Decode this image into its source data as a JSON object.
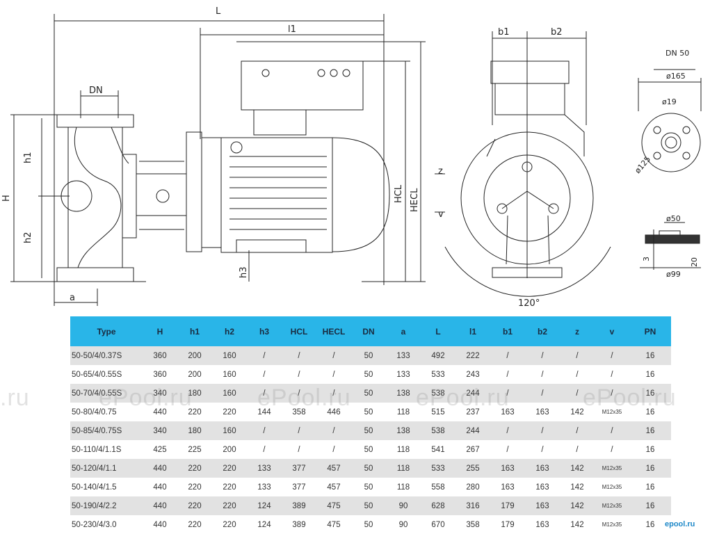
{
  "drawing": {
    "labels": {
      "L": "L",
      "l1": "l1",
      "DN": "DN",
      "h1": "h1",
      "H": "H",
      "h2": "h2",
      "h3": "h3",
      "a": "a",
      "HCL": "HCL",
      "HECL": "HECL",
      "b1": "b1",
      "b2": "b2",
      "z": "z",
      "v": "v",
      "angle": "120°",
      "dn50": "DN 50",
      "d165": "ø165",
      "d19": "ø19",
      "d125": "ø125",
      "d50": "ø50",
      "d99": "ø99",
      "t3": "3",
      "t20": "20"
    }
  },
  "table": {
    "headers": [
      "Type",
      "H",
      "h1",
      "h2",
      "h3",
      "HCL",
      "HECL",
      "DN",
      "a",
      "L",
      "l1",
      "b1",
      "b2",
      "z",
      "v",
      "PN"
    ],
    "rows": [
      [
        "50-50/4/0.37S",
        "360",
        "200",
        "160",
        "/",
        "/",
        "/",
        "50",
        "133",
        "492",
        "222",
        "/",
        "/",
        "/",
        "/",
        "16"
      ],
      [
        "50-65/4/0.55S",
        "360",
        "200",
        "160",
        "/",
        "/",
        "/",
        "50",
        "133",
        "533",
        "243",
        "/",
        "/",
        "/",
        "/",
        "16"
      ],
      [
        "50-70/4/0.55S",
        "340",
        "180",
        "160",
        "/",
        "/",
        "/",
        "50",
        "138",
        "538",
        "244",
        "/",
        "/",
        "/",
        "/",
        "16"
      ],
      [
        "50-80/4/0.75",
        "440",
        "220",
        "220",
        "144",
        "358",
        "446",
        "50",
        "118",
        "515",
        "237",
        "163",
        "163",
        "142",
        "M12x35",
        "16"
      ],
      [
        "50-85/4/0.75S",
        "340",
        "180",
        "160",
        "/",
        "/",
        "/",
        "50",
        "138",
        "538",
        "244",
        "/",
        "/",
        "/",
        "/",
        "16"
      ],
      [
        "50-110/4/1.1S",
        "425",
        "225",
        "200",
        "/",
        "/",
        "/",
        "50",
        "118",
        "541",
        "267",
        "/",
        "/",
        "/",
        "/",
        "16"
      ],
      [
        "50-120/4/1.1",
        "440",
        "220",
        "220",
        "133",
        "377",
        "457",
        "50",
        "118",
        "533",
        "255",
        "163",
        "163",
        "142",
        "M12x35",
        "16"
      ],
      [
        "50-140/4/1.5",
        "440",
        "220",
        "220",
        "133",
        "377",
        "457",
        "50",
        "118",
        "558",
        "280",
        "163",
        "163",
        "142",
        "M12x35",
        "16"
      ],
      [
        "50-190/4/2.2",
        "440",
        "220",
        "220",
        "124",
        "389",
        "475",
        "50",
        "90",
        "628",
        "316",
        "179",
        "163",
        "142",
        "M12x35",
        "16"
      ],
      [
        "50-230/4/3.0",
        "440",
        "220",
        "220",
        "124",
        "389",
        "475",
        "50",
        "90",
        "670",
        "358",
        "179",
        "163",
        "142",
        "M12x35",
        "16"
      ]
    ]
  },
  "watermarks": [
    ".ru",
    "ePool.ru",
    "ePool.ru",
    "ePool.ru",
    "ePool.ru"
  ],
  "brand": "epool.ru",
  "colors": {
    "header_bg": "#29b5e8",
    "row_alt": "#e2e2e2",
    "brand": "#1e88c8"
  }
}
